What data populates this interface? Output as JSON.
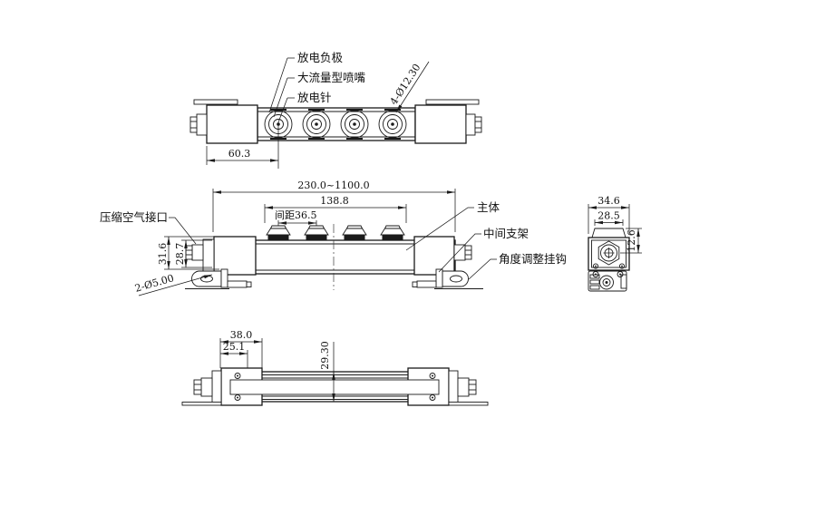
{
  "style": {
    "line_color": "#1a1a1a",
    "background": "#ffffff"
  },
  "views": {
    "top": {
      "labels": {
        "discharge_negative_electrode": "放电负极",
        "high_flow_nozzle": "大流量型喷嘴",
        "discharge_needle": "放电针",
        "hole_callout": "4-Ø12.30"
      },
      "dims": {
        "first_pin_offset": "60.3"
      }
    },
    "front": {
      "dims": {
        "overall_length": "230.0~1100.0",
        "pin_group_length": "138.8",
        "pin_pitch": "间距36.5",
        "height_outer": "31.6",
        "height_inner": "28.7",
        "foot_holes": "2-Ø5.00"
      },
      "labels": {
        "air_inlet": "压缩空气接口",
        "main_body": "主体",
        "middle_bracket": "中间支架",
        "angle_hook": "角度调整挂钩"
      }
    },
    "side": {
      "dims": {
        "width_outer": "34.6",
        "width_inner": "28.5",
        "top_height": "12.6"
      }
    },
    "bottom": {
      "dims": {
        "end_width": "38.0",
        "end_inner_width": "25.1",
        "bar_height": "29.30"
      }
    }
  }
}
